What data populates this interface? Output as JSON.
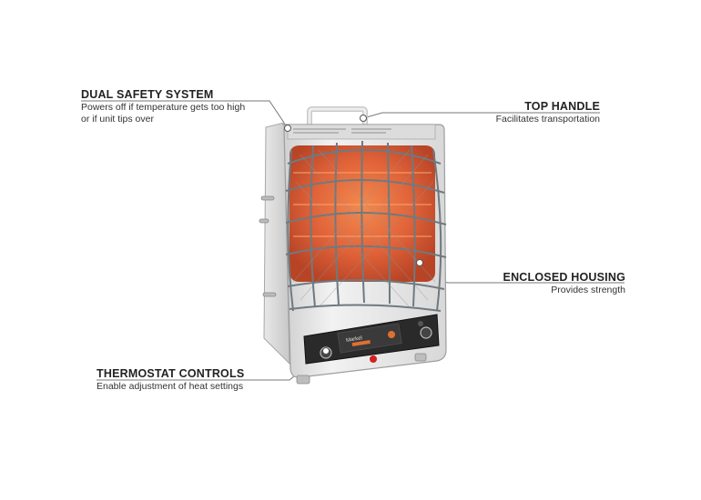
{
  "callouts": {
    "dual_safety": {
      "title": "DUAL SAFETY SYSTEM",
      "desc_line1": "Powers off if temperature gets too high",
      "desc_line2": "or if unit tips over"
    },
    "top_handle": {
      "title": "TOP HANDLE",
      "desc": "Facilitates transportation"
    },
    "enclosed_housing": {
      "title": "ENCLOSED HOUSING",
      "desc": "Provides strength"
    },
    "thermostat": {
      "title": "THERMOSTAT CONTROLS",
      "desc": "Enable adjustment of heat settings"
    }
  },
  "product_image": {
    "brand_plate_text": "Markel",
    "colors": {
      "body": "#e6e6e6",
      "element_glow": "#e2643a",
      "control_panel": "#2a2a2a",
      "indicator_light": "#d42020",
      "leader_line": "#777777"
    }
  }
}
